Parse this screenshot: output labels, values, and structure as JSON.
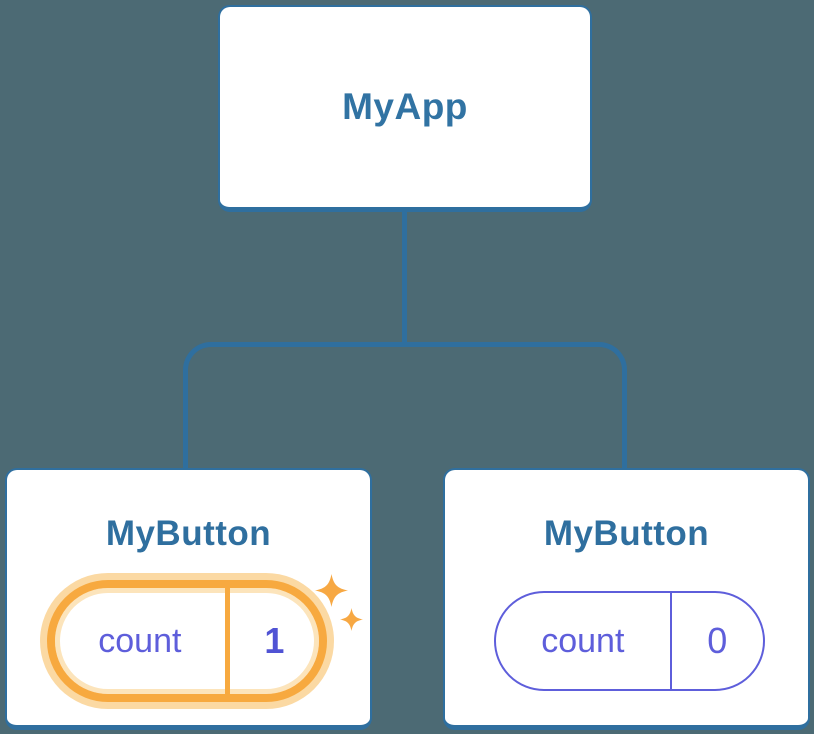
{
  "diagram": {
    "title": "react-component-tree-state-diagram",
    "tree": {
      "root": {
        "label": "MyApp"
      },
      "children": [
        {
          "label": "MyButton",
          "state": {
            "name": "count",
            "value": "1"
          },
          "highlighted": true,
          "decoration": "sparkles"
        },
        {
          "label": "MyButton",
          "state": {
            "name": "count",
            "value": "0"
          },
          "highlighted": false,
          "decoration": "none"
        }
      ]
    },
    "icons": {
      "sparkle": "four-pointed-star"
    },
    "colors": {
      "background": "#4C6A74",
      "card_fill": "#FFFFFF",
      "card_border": "#2F6F9F",
      "connector": "#2F6F9F",
      "root_title_text": "#3173A3",
      "child_title_text": "#2F6F9F",
      "state_text": "#5E5EDB",
      "state_value_highlight_text": "#5053D4",
      "pill_border_plain": "#5E5EDB",
      "pill_border_highlight": "#F7A93F",
      "pill_glow": "#FBD9A3",
      "sparkle": "#F7A843"
    }
  }
}
